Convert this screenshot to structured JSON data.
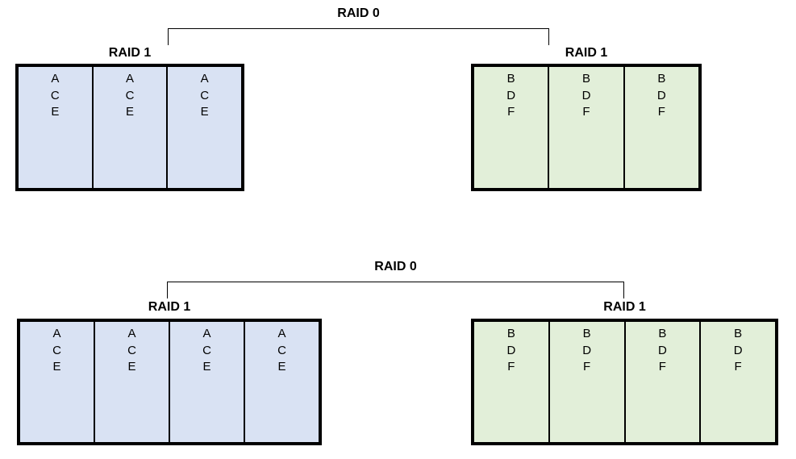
{
  "colors": {
    "blue_fill": "#d9e2f3",
    "green_fill": "#e2efd9",
    "line": "#000000"
  },
  "diagrams": [
    {
      "raid0_label": "RAID 0",
      "groups": [
        {
          "raid1_label": "RAID 1",
          "fill": "blue_fill",
          "disks": [
            [
              "A",
              "C",
              "E"
            ],
            [
              "A",
              "C",
              "E"
            ],
            [
              "A",
              "C",
              "E"
            ]
          ]
        },
        {
          "raid1_label": "RAID 1",
          "fill": "green_fill",
          "disks": [
            [
              "B",
              "D",
              "F"
            ],
            [
              "B",
              "D",
              "F"
            ],
            [
              "B",
              "D",
              "F"
            ]
          ]
        }
      ]
    },
    {
      "raid0_label": "RAID 0",
      "groups": [
        {
          "raid1_label": "RAID 1",
          "fill": "blue_fill",
          "disks": [
            [
              "A",
              "C",
              "E"
            ],
            [
              "A",
              "C",
              "E"
            ],
            [
              "A",
              "C",
              "E"
            ],
            [
              "A",
              "C",
              "E"
            ]
          ]
        },
        {
          "raid1_label": "RAID 1",
          "fill": "green_fill",
          "disks": [
            [
              "B",
              "D",
              "F"
            ],
            [
              "B",
              "D",
              "F"
            ],
            [
              "B",
              "D",
              "F"
            ],
            [
              "B",
              "D",
              "F"
            ]
          ]
        }
      ]
    }
  ]
}
